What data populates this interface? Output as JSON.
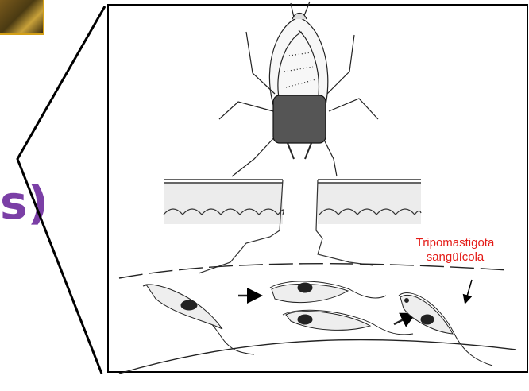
{
  "title_fragment": "s)",
  "annotation": {
    "line1": "Tripomastigota",
    "line2": "sangüícola"
  },
  "colors": {
    "title": "#7b3fa6",
    "annotation": "#e41b17",
    "thumb_border": "#d4a017",
    "lines": "#000000"
  },
  "icons": [
    "insect-vector-bug-icon",
    "trypomastigote-parasite-icon"
  ]
}
